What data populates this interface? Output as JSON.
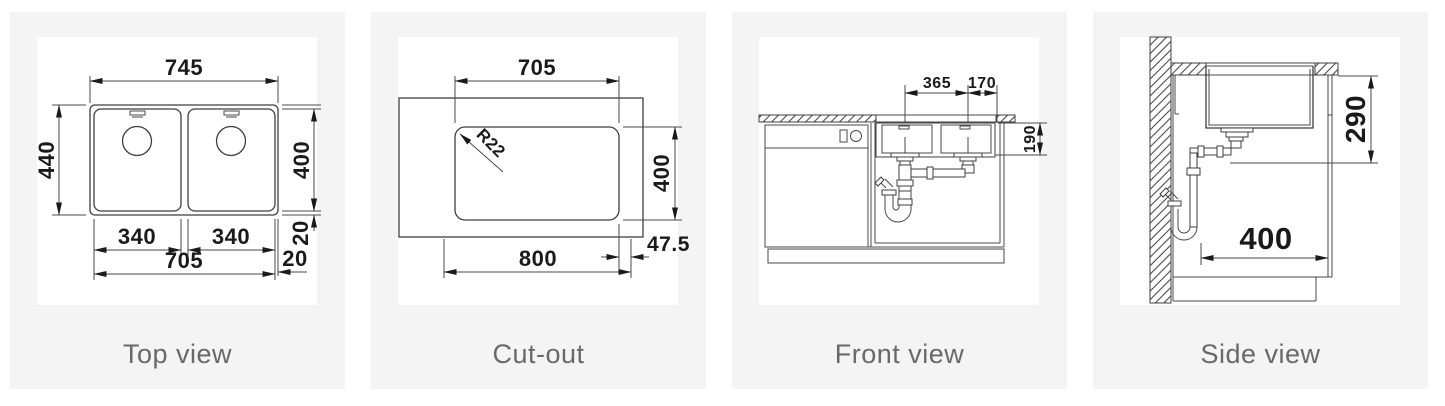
{
  "page": {
    "background": "#ffffff",
    "card_background": "#f4f4f4",
    "drawing_line_color": "#3f3f3f",
    "dimension_text_color": "#1a1a1a",
    "label_text_color": "#696969"
  },
  "panels": [
    {
      "label": "Top view",
      "dims": {
        "outer_width": "745",
        "outer_depth": "440",
        "bowl_depth": "400",
        "left_bowl_width": "340",
        "right_bowl_width": "340",
        "inner_width": "705",
        "bottom_rim": "20",
        "side_rim": "20"
      }
    },
    {
      "label": "Cut-out",
      "dims": {
        "cutout_width": "705",
        "corner_radius": "R22",
        "cutout_depth": "400",
        "base_width": "800",
        "edge_offset": "47.5"
      }
    },
    {
      "label": "Front view",
      "dims": {
        "bowl_centre_spacing": "365",
        "centre_to_edge": "170",
        "bowl_depth": "190"
      }
    },
    {
      "label": "Side view",
      "dims": {
        "bowl_depth": "290",
        "base_depth": "400"
      }
    }
  ]
}
